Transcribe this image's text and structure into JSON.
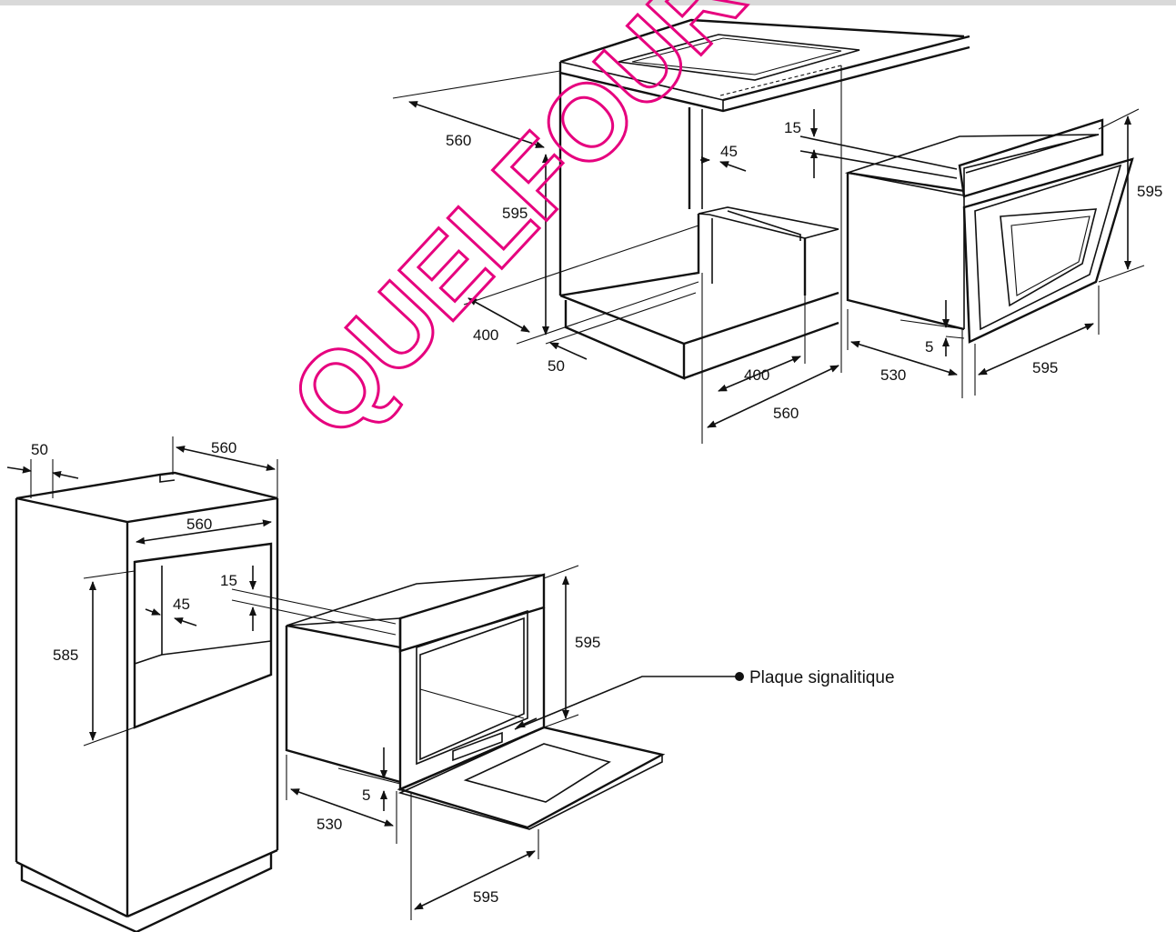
{
  "upper_diagram": {
    "dimensions": {
      "cabinet_depth": "560",
      "gap_top": "15",
      "gap_side": "45",
      "height_opening": "595",
      "oven_height": "595",
      "depth_opening": "400",
      "depth_offset": "50",
      "opening_width": "400",
      "cabinet_width": "560",
      "oven_depth": "530",
      "oven_width": "595",
      "gap_bottom": "5"
    }
  },
  "lower_diagram": {
    "dimensions": {
      "back_gap": "50",
      "top_depth": "560",
      "opening_width": "560",
      "gap_top": "15",
      "gap_side": "45",
      "opening_height": "585",
      "oven_height": "595",
      "gap_bottom": "5",
      "oven_depth": "530",
      "door_width": "595"
    },
    "rating_plate_label": "Plaque signalitique"
  },
  "watermark": {
    "text": "QUELFOUR.CO",
    "color": "#e6007e"
  }
}
